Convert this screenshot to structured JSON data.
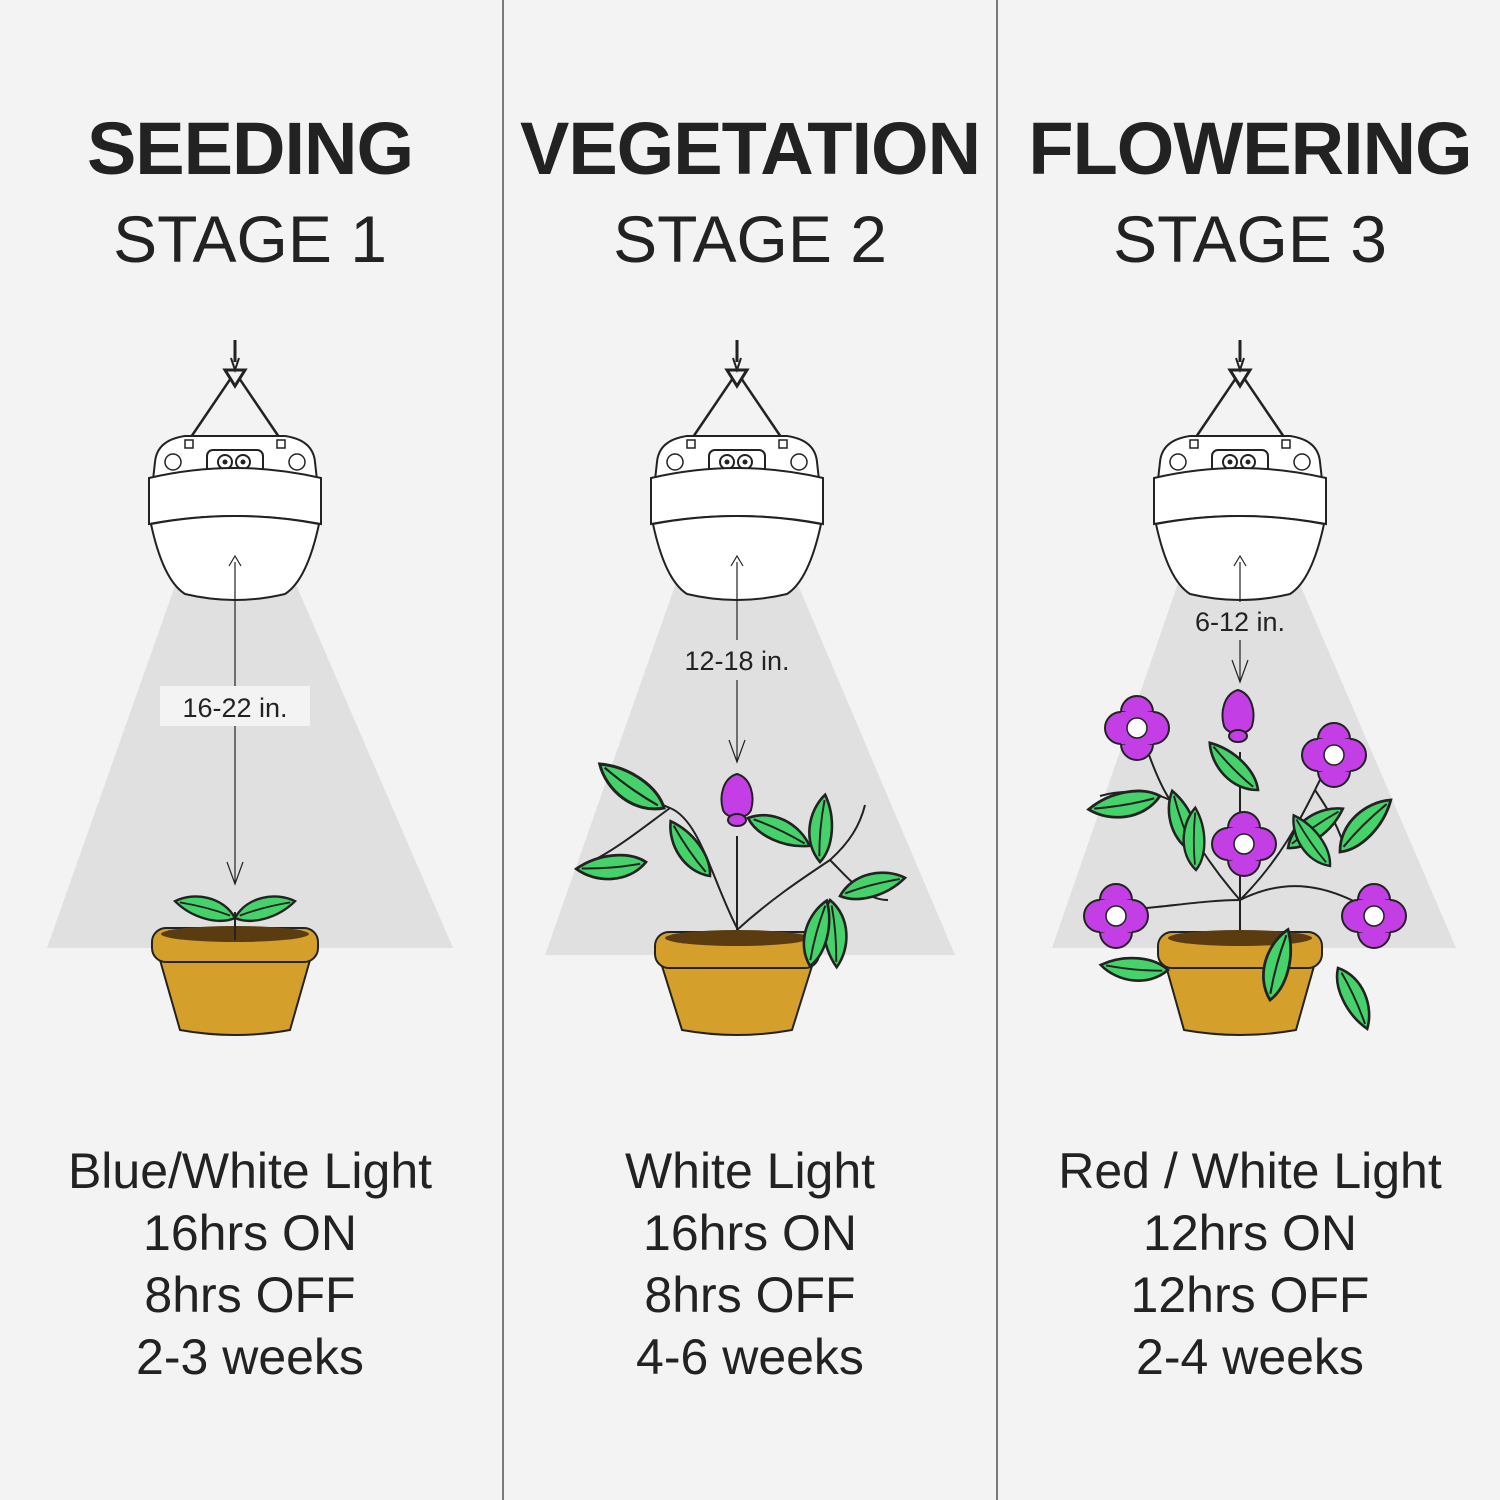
{
  "colors": {
    "background": "#f3f3f3",
    "light_cone": "#e0e0e0",
    "pot": "#d49f2a",
    "leaf": "#46d26a",
    "flower": "#c43ee6",
    "divider": "#7a7a7a"
  },
  "stages": [
    {
      "title": "SEEDING",
      "stage": "STAGE 1",
      "distance": "16-22 in.",
      "specs": [
        "Blue/White Light",
        "16hrs ON",
        "8hrs OFF",
        "2-3 weeks"
      ]
    },
    {
      "title": "VEGETATION",
      "stage": "STAGE 2",
      "distance": "12-18 in.",
      "specs": [
        "White Light",
        "16hrs ON",
        "8hrs OFF",
        "4-6 weeks"
      ]
    },
    {
      "title": "FLOWERING",
      "stage": "STAGE 3",
      "distance": "6-12 in.",
      "specs": [
        "Red / White Light",
        "12hrs ON",
        "12hrs OFF",
        "2-4 weeks"
      ]
    }
  ]
}
